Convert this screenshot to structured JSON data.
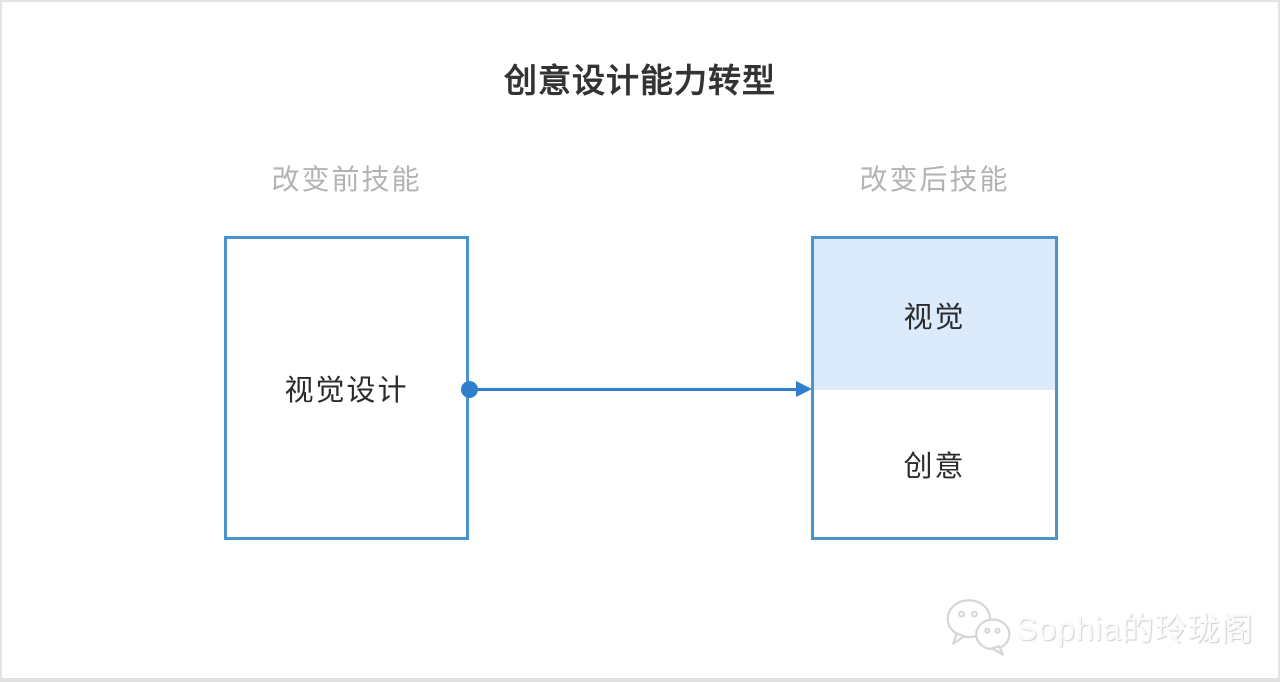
{
  "title": "创意设计能力转型",
  "before": {
    "label": "改变前技能",
    "box_text": "视觉设计"
  },
  "after": {
    "label": "改变后技能",
    "segments": [
      {
        "text": "视觉",
        "highlighted": true
      },
      {
        "text": "创意",
        "highlighted": false
      }
    ]
  },
  "arrow": {
    "from": "视觉设计",
    "to": "视觉 / 创意",
    "direction": "right"
  },
  "watermark": {
    "text": "Sophia的玲珑阁",
    "icon": "wechat-icon"
  },
  "colors": {
    "box_border": "#4a94cf",
    "arrow": "#2e80cf",
    "highlight_fill": "#dcebfc",
    "title_text": "#333333",
    "label_gray": "#b3b3b3",
    "frame_border": "#e4e4e4"
  }
}
